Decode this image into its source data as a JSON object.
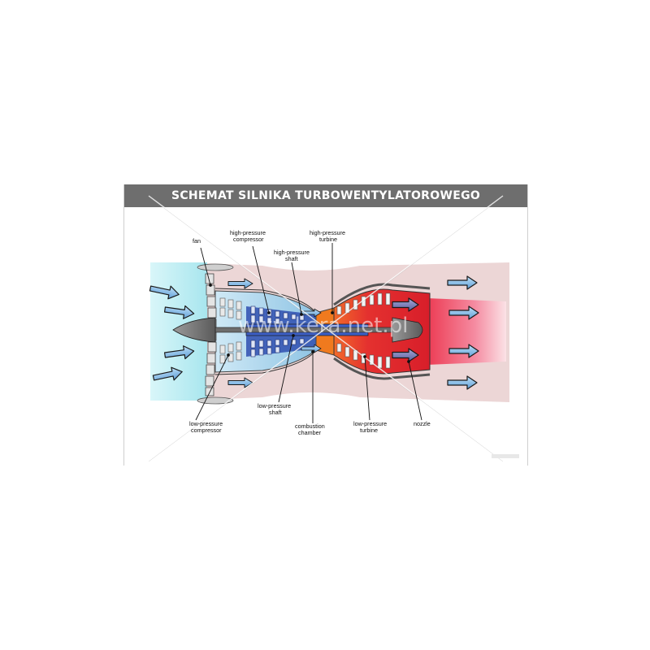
{
  "title": "SCHEMAT SILNIKA TURBOWENTYLATOROWEGO",
  "watermark": "www.kera.net.pl",
  "labels": {
    "fan": "fan",
    "hp_compressor_1": "high-pressure",
    "hp_compressor_2": "compressor",
    "hp_shaft_1": "high-pressure",
    "hp_shaft_2": "shaft",
    "hp_turbine_1": "high-pressure",
    "hp_turbine_2": "turbine",
    "lp_compressor_1": "low-pressure",
    "lp_compressor_2": "compressor",
    "lp_shaft_1": "low-pressure",
    "lp_shaft_2": "shaft",
    "combustion_1": "combustion",
    "combustion_2": "chamber",
    "lp_turbine_1": "low-pressure",
    "lp_turbine_2": "turbine",
    "nozzle": "nozzle"
  },
  "colors": {
    "title_bar": "#6e6e6e",
    "bypass_air": "#efd8d8",
    "intake_air": "#bfeef3",
    "cold_section": "#a9d6ec",
    "compressor_core": "#2f4fb0",
    "combustion": "#f07a1e",
    "hot_section": "#e0262c",
    "exhaust": "#f05a78",
    "arrow_fill": "#7fb3e0"
  }
}
